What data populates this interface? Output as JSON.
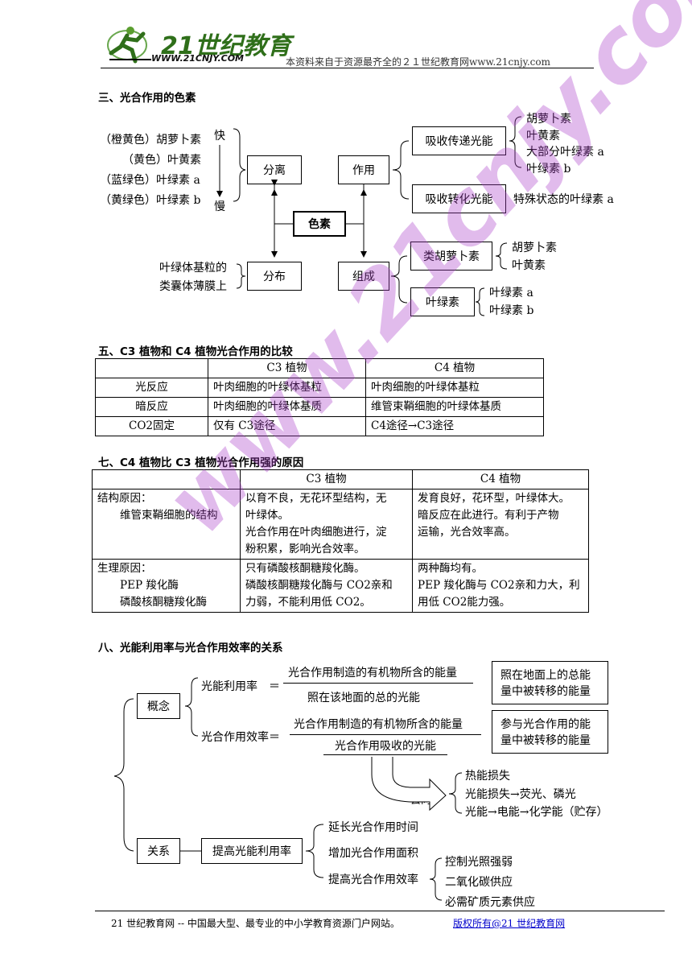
{
  "header": {
    "logo_text": "21世纪教育",
    "logo_url": "WWW.21CNJY.COM",
    "tagline": "本资料来自于资源最齐全的２１世纪教育网www.21cnjy.com"
  },
  "section3": {
    "title": "三、光合作用的色素",
    "center": "色素",
    "fen_li": "分离",
    "zuo_yong": "作用",
    "fen_bu": "分布",
    "zu_cheng": "组成",
    "fast": "快",
    "slow": "慢",
    "pigments": [
      "（橙黄色）胡萝卜素",
      "（黄色）叶黄素",
      "（蓝绿色）叶绿素 a",
      "（黄绿色）叶绿素 b"
    ],
    "absorb_transfer": "吸收传递光能",
    "absorb_transfer_items": [
      "胡萝卜素",
      "叶黄素",
      "大部分叶绿素 a",
      "叶绿素 b"
    ],
    "absorb_convert": "吸收转化光能",
    "absorb_convert_item": "特殊状态的叶绿素 a",
    "location_1": "叶绿体基粒的",
    "location_2": "类囊体薄膜上",
    "carotenoid": "类胡萝卜素",
    "carotenoid_items": [
      "胡萝卜素",
      "叶黄素"
    ],
    "chlorophyll": "叶绿素",
    "chlorophyll_items": [
      "叶绿素 a",
      "叶绿素 b"
    ]
  },
  "section5": {
    "title": "五、C3 植物和 C4 植物光合作用的比较",
    "headers": [
      "",
      "C3 植物",
      "C4 植物"
    ],
    "rows": [
      [
        "光反应",
        "叶肉细胞的叶绿体基粒",
        "叶肉细胞的叶绿体基粒"
      ],
      [
        "暗反应",
        "叶肉细胞的叶绿体基质",
        "维管束鞘细胞的叶绿体基质"
      ],
      [
        "CO2固定",
        "仅有 C3途径",
        "C4途径→C3途径"
      ]
    ]
  },
  "section7": {
    "title": "七、C4 植物比 C3 植物光合作用强的原因",
    "headers": [
      "",
      "C3 植物",
      "C4 植物"
    ],
    "row1": {
      "label": [
        "结构原因：",
        "维管束鞘细胞的结构"
      ],
      "c3": [
        "以育不良，无花环型结构，无",
        "叶绿体。",
        "光合作用在叶肉细胞进行，淀",
        "粉积累，影响光合效率。"
      ],
      "c4": [
        "发育良好，花环型，叶绿体大。",
        "暗反应在此进行。有利于产物",
        "运输，光合效率高。"
      ]
    },
    "row2": {
      "label": [
        "生理原因：",
        "PEP 羧化酶",
        "磷酸核酮糖羧化酶"
      ],
      "c3": [
        "只有磷酸核酮糖羧化酶。",
        "磷酸核酮糖羧化酶与 CO2亲和",
        "力弱，不能利用低 CO2。"
      ],
      "c4": [
        "两种酶均有。",
        "PEP 羧化酶与 CO2亲和力大，利",
        "用低 CO2能力强。"
      ]
    }
  },
  "section8": {
    "title": "八、光能利用率与光合作用效率的关系",
    "concept": "概念",
    "relation": "关系",
    "light_use": "光能利用率　＝",
    "light_use_num": "光合作用制造的有机物所含的能量",
    "light_use_den": "照在该地面的总的光能",
    "light_use_note": [
      "照在地面上的总能",
      "量中被转移的能量"
    ],
    "photo_eff": "光合作用效率＝",
    "photo_eff_num": "光合作用制造的有机物所含的能量",
    "photo_eff_den": "光合作用吸收的光能",
    "photo_eff_note": [
      "参与光合作用的能",
      "量中被转移的能量"
    ],
    "direction": "去向",
    "losses": [
      "热能损失",
      "光能损失→荧光、磷光",
      "光能→电能→化学能（贮存）"
    ],
    "improve": "提高光能利用率",
    "improve_items": [
      "延长光合作用时间",
      "增加光合作用面积",
      "提高光合作用效率"
    ],
    "efficiency_items": [
      "控制光照强弱",
      "二氧化碳供应",
      "必需矿质元素供应"
    ]
  },
  "footer": {
    "left": "21 世纪教育网  --  中国最大型、最专业的中小学教育资源门户网站。",
    "right": "版权所有@21 世纪教育网"
  },
  "watermark": "www.21cnjy.com"
}
